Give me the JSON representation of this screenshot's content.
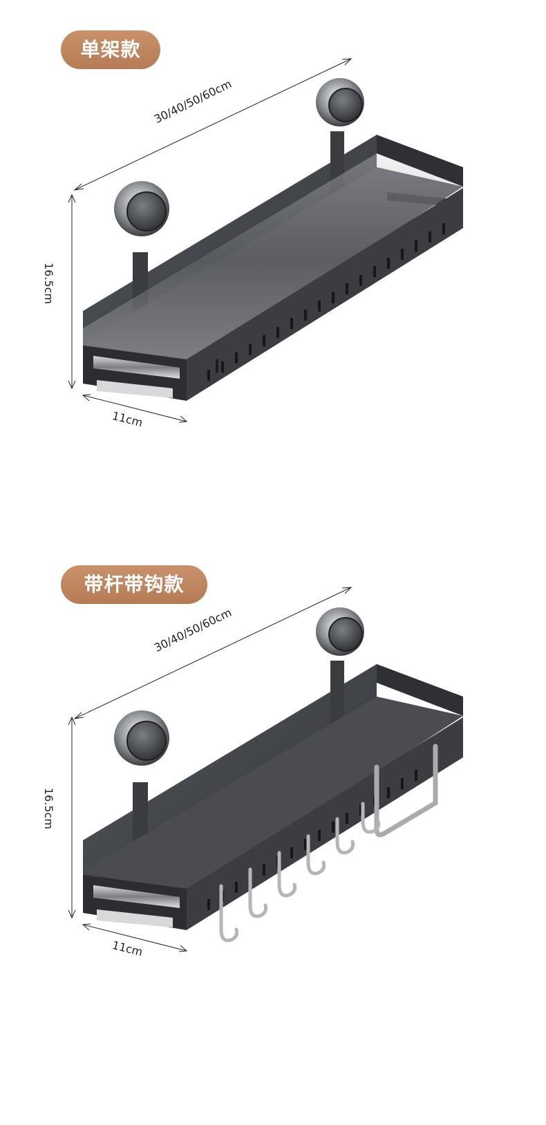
{
  "sections": [
    {
      "label": "单架款",
      "length": "30/40/50/60cm",
      "height": "16.5cm",
      "depth": "11cm",
      "variant": "shelf-only"
    },
    {
      "label": "带杆带钩款",
      "length": "30/40/50/60cm",
      "height": "16.5cm",
      "depth": "11cm",
      "variant": "with-rod-and-hooks",
      "hook_count": 6
    }
  ],
  "colors": {
    "pill": "#b98058",
    "shelf": "#3c3e42",
    "steel": "#9a9ca0"
  }
}
